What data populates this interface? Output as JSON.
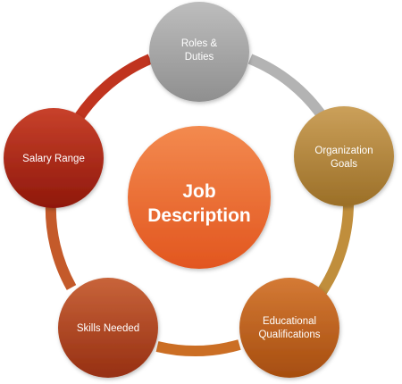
{
  "diagram": {
    "center": {
      "line1": "Job",
      "line2": "Description"
    },
    "nodes": [
      {
        "id": "roles",
        "line1": "Roles &",
        "line2": "Duties"
      },
      {
        "id": "org",
        "line1": "Organization",
        "line2": "Goals"
      },
      {
        "id": "edu",
        "line1": "Educational",
        "line2": "Qualifications"
      },
      {
        "id": "skills",
        "line1": "Skills Needed",
        "line2": ""
      },
      {
        "id": "salary",
        "line1": "Salary Range",
        "line2": ""
      }
    ]
  },
  "colors": {
    "center": "#ee7035",
    "roles": "#a6a6a6",
    "org": "#b98b3b",
    "edu": "#c2601a",
    "skills": "#b5451f",
    "salary": "#b12415",
    "ring_top_left": "#c0341f",
    "ring_top_right": "#b3b3b3",
    "ring_right": "#c08e3c",
    "ring_bottom": "#cb6e24",
    "ring_left": "#c45a2a"
  }
}
